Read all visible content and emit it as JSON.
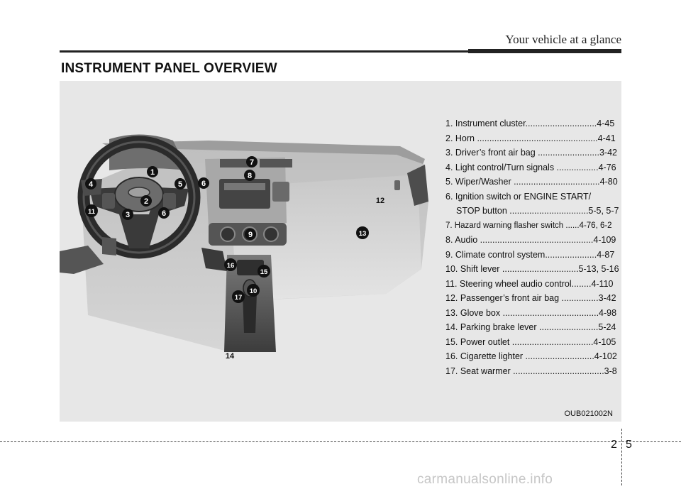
{
  "header": {
    "section_title": "Your vehicle at a glance",
    "page_title": "INSTRUMENT PANEL OVERVIEW"
  },
  "figure": {
    "image_code": "OUB021002N",
    "callouts": [
      "1",
      "2",
      "3",
      "4",
      "5",
      "6",
      "6",
      "7",
      "8",
      "9",
      "10",
      "11",
      "12",
      "13",
      "14",
      "15",
      "16",
      "17"
    ]
  },
  "legend": [
    "1. Instrument cluster.............................4-45",
    "2. Horn .................................................4-41",
    "3. Driver’s front air bag .........................3-42",
    "4. Light control/Turn signals .................4-76",
    "5. Wiper/Washer ...................................4-80",
    "6. Ignition switch or ENGINE START/",
    "STOP button ................................5-5, 5-7",
    "7. Hazard warning flasher switch ......4-76, 6-2",
    "8. Audio ..............................................4-109",
    "9. Climate control system.....................4-87",
    "10. Shift lever ...............................5-13, 5-16",
    "11. Steering wheel audio control........4-110",
    "12. Passenger’s front air bag ...............3-42",
    "13. Glove box .......................................4-98",
    "14. Parking brake lever ........................5-24",
    "15. Power outlet .................................4-105",
    "16. Cigarette lighter ............................4-102",
    "17. Seat warmer .....................................3-8"
  ],
  "footer": {
    "chapter": "2",
    "page": "5",
    "watermark": "carmanualsonline.info"
  }
}
